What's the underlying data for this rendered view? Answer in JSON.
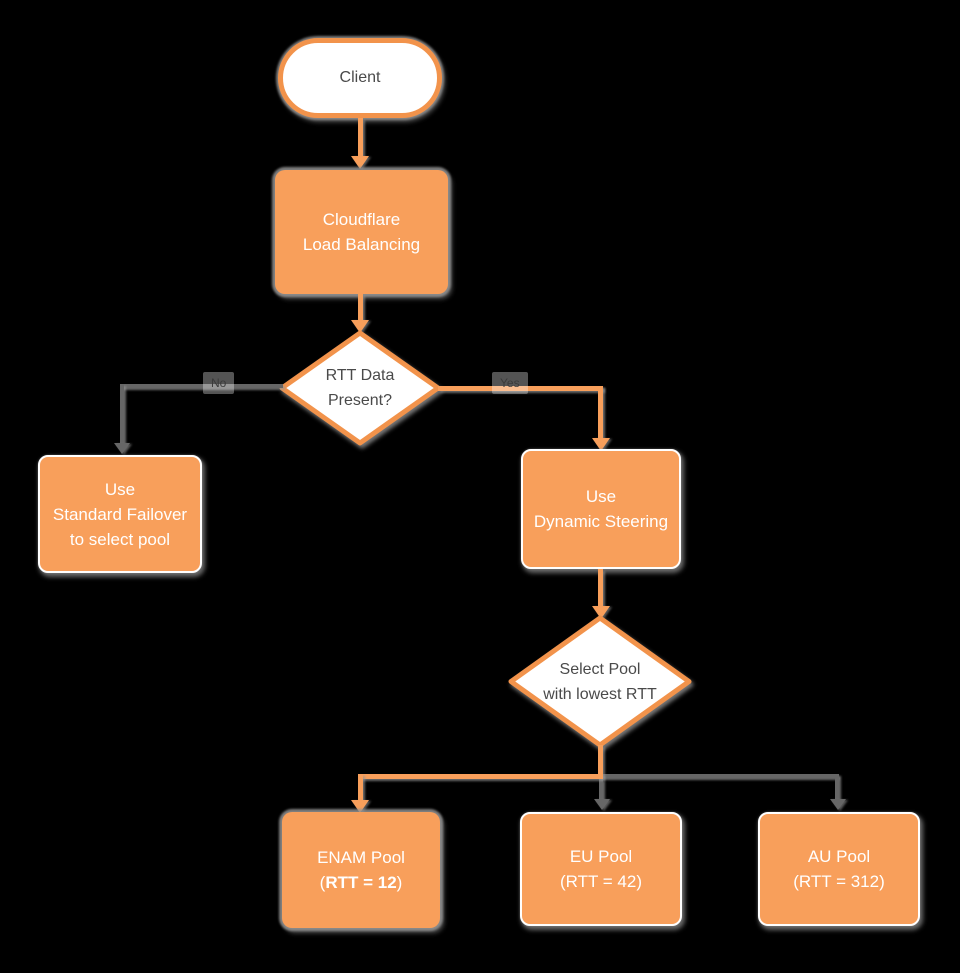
{
  "diagram": {
    "title_hint": "Cloudflare Load Balancing dynamic steering flowchart",
    "colors": {
      "background": "#000000",
      "node_orange": "#F89F5B",
      "outline_orange": "#F2934B",
      "connector_gray": "#666666",
      "text_dark": "#4A4A4A",
      "text_light": "#FFFFFF"
    },
    "nodes": {
      "client": {
        "label": "Client"
      },
      "load_balancing": {
        "line1": "Cloudflare",
        "line2": "Load Balancing"
      },
      "rtt_decision": {
        "line1": "RTT Data",
        "line2": "Present?"
      },
      "standard_failover": {
        "line1": "Use",
        "line2": "Standard Failover",
        "line3": "to select pool"
      },
      "dynamic_steering": {
        "line1": "Use",
        "line2": "Dynamic Steering"
      },
      "select_pool": {
        "line1": "Select Pool",
        "line2": "with lowest RTT"
      },
      "enam_pool": {
        "line1": "ENAM Pool",
        "paren_open": "(",
        "rtt_bold": "RTT = 12",
        "paren_close": ")"
      },
      "eu_pool": {
        "line1": "EU Pool",
        "line2": "(RTT = 42)"
      },
      "au_pool": {
        "line1": "AU Pool",
        "line2": "(RTT = 312)"
      }
    },
    "edge_labels": {
      "no": "No",
      "yes": "Yes"
    }
  }
}
